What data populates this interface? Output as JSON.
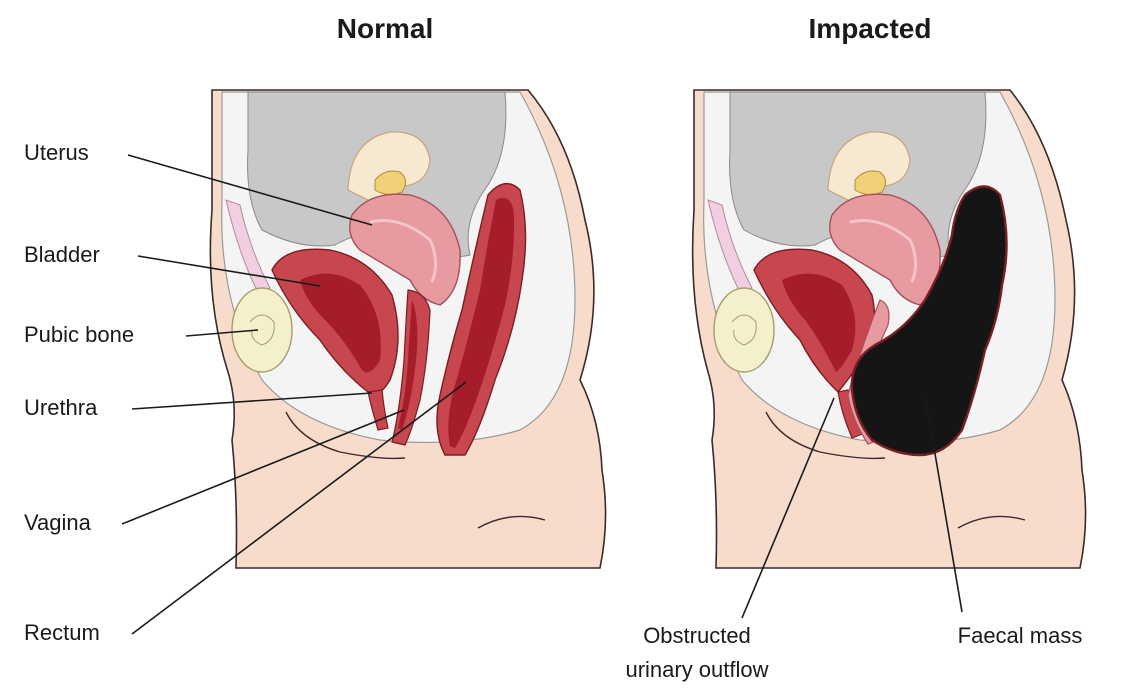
{
  "titles": {
    "normal": "Normal",
    "impacted": "Impacted"
  },
  "labels": {
    "uterus": "Uterus",
    "bladder": "Bladder",
    "pubic_bone": "Pubic bone",
    "urethra": "Urethra",
    "vagina": "Vagina",
    "rectum": "Rectum",
    "obstructed_line1": "Obstructed",
    "obstructed_line2": "urinary outflow",
    "faecal_mass": "Faecal mass"
  },
  "colors": {
    "skin": "#f8dccb",
    "pelvic_cavity": "#f4f4f4",
    "abdomen_grey": "#c8c8c8",
    "organ_red": "#c8464d",
    "organ_dark_red": "#a51d2a",
    "uterus_pink": "#e79aa0",
    "bone": "#f4f0cc",
    "ovary_yellow": "#f2cf79",
    "faecal_black": "#151515",
    "ligament_pink": "#f2cfe0"
  }
}
